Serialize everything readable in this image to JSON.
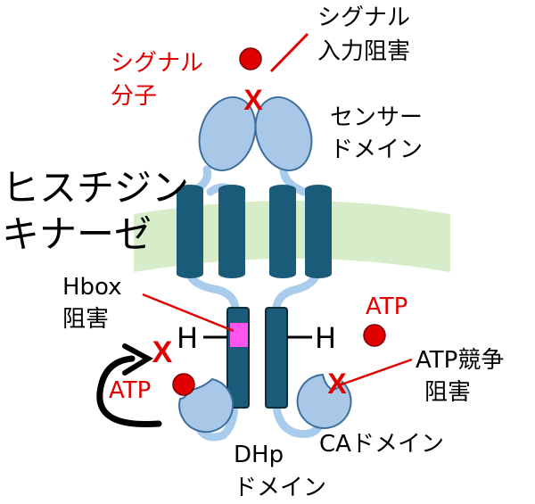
{
  "title_line1": "ヒスチジン",
  "title_line2": "キナーゼ",
  "signal_molecule_line1": "シグナル",
  "signal_molecule_line2": "分子",
  "signal_inhibition_line1": "シグナル",
  "signal_inhibition_line2": "入力阻害",
  "sensor_domain_line1": "センサー",
  "sensor_domain_line2": "ドメイン",
  "hbox_inhibition_line1": "Hbox",
  "hbox_inhibition_line2": "阻害",
  "atp_free": "ATP",
  "atp_bound": "ATP",
  "atp_competitive_line1": "ATP競争",
  "atp_competitive_line2": "阻害",
  "histidine_left": "H",
  "histidine_right": "H",
  "dhp_domain_line1": "DHp",
  "dhp_domain_line2": "ドメイン",
  "ca_domain": "CAドメイン",
  "x_mark": "X",
  "colors": {
    "domain_fill": "#a9c7e6",
    "domain_stroke": "#3d6f9e",
    "helix_fill": "#1b5b7a",
    "membrane": "#d7edc9",
    "linker": "#a9ccec",
    "hbox": "#ff55ee",
    "inhibitor_red": "#e00000"
  }
}
